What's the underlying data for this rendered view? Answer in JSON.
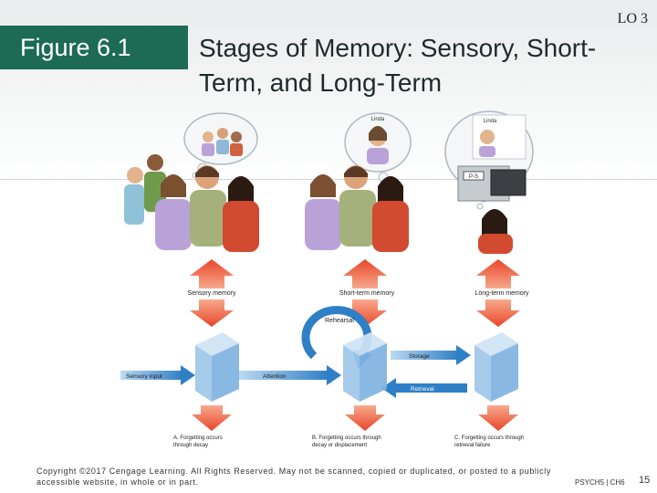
{
  "header": {
    "lo": "LO 3",
    "figure_label": "Figure  6.1",
    "title": "Stages of Memory: Sensory, Short-Term, and Long-Term"
  },
  "diagram": {
    "bubble_names": [
      "Linda",
      "Linda"
    ],
    "file_label": "P-S",
    "stages": [
      "Sensory memory",
      "Short-term memory",
      "Long-term memory"
    ],
    "flow_labels": {
      "sensory_input": "Sensory input",
      "attention": "Attention",
      "rehearsal": "Rehearsal",
      "storage": "Storage",
      "retrieval": "Retrieval"
    },
    "forgetting": [
      [
        "A. Forgetting occurs",
        "through decay"
      ],
      [
        "B. Forgetting occurs through",
        "decay or displacement"
      ],
      [
        "C. Forgetting occurs through",
        "retrieval failure"
      ]
    ],
    "colors": {
      "red_arrow": "#e8462a",
      "blue": "#2f7fc6",
      "cube": "#9fc7ea",
      "teal_badge": "#1d6b55"
    }
  },
  "footer": {
    "copyright": "Copyright ©2017 Cengage Learning. All Rights Reserved. May not be scanned, copied or duplicated, or posted to a publicly accessible website, in whole or in part.",
    "course": "PSYCH5 | CH6",
    "page": "15"
  }
}
